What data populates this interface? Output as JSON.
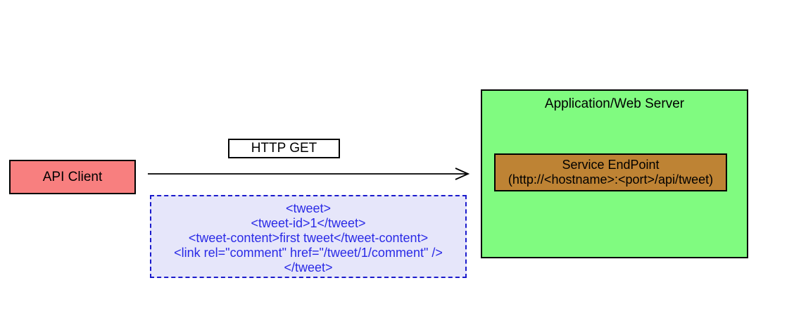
{
  "client": {
    "label": "API Client"
  },
  "arrow": {
    "label": "HTTP GET"
  },
  "server": {
    "title": "Application/Web Server"
  },
  "endpoint": {
    "name": "Service EndPoint",
    "url": "(http://<hostname>:<port>/api/tweet)"
  },
  "response": {
    "lines": [
      "<tweet>",
      "<tweet-id>1</tweet>",
      "<tweet-content>first tweet</tweet-content>",
      "<link rel=\"comment\" href=\"/tweet/1/comment\" />",
      "</tweet>"
    ]
  },
  "colors": {
    "client_fill": "#F87F7F",
    "server_fill": "#80FB80",
    "endpoint_fill": "#BE8334",
    "response_fill": "#E6E6FA",
    "response_border": "#1A1ACC",
    "response_text": "#2A2AE6",
    "line_and_border": "#000000",
    "background": "#FFFFFF"
  }
}
